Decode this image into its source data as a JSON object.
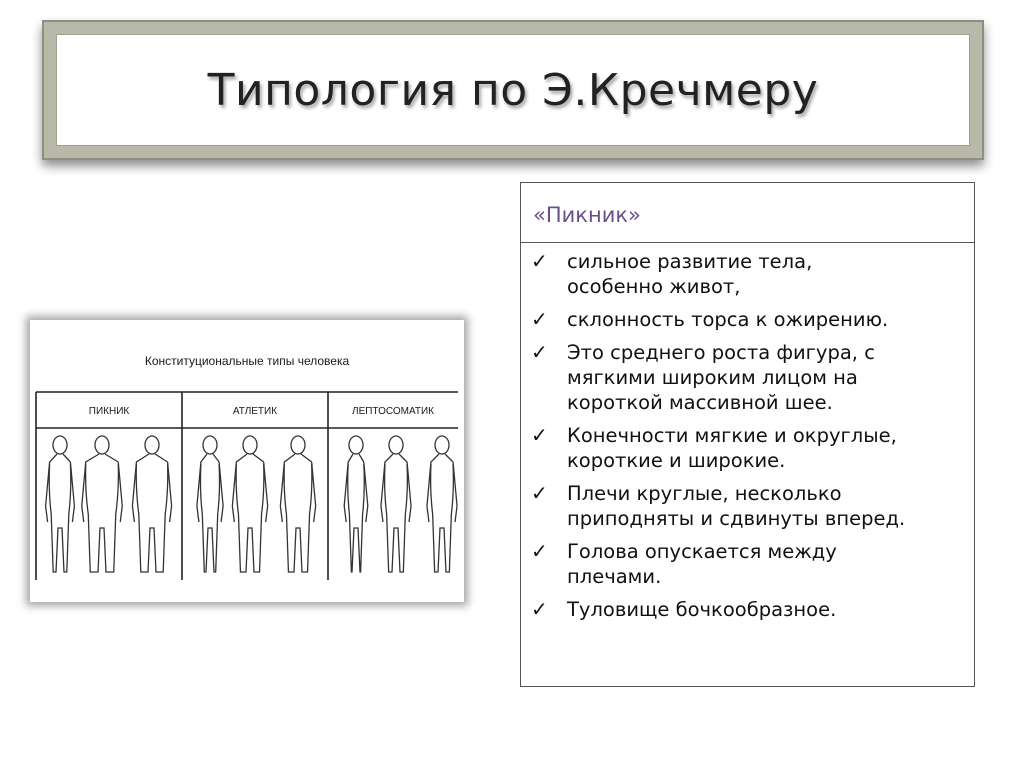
{
  "slide": {
    "title": "Типология по Э.Кречмеру"
  },
  "figure": {
    "caption": "Конституциональные типы человека",
    "columns": [
      "ПИКНИК",
      "АТЛЕТИК",
      "ЛЕПТОСОМАТИК"
    ]
  },
  "textbox": {
    "heading": "«Пикник»",
    "bullet_icon": "check-icon",
    "items": [
      "сильное развитие тела,\nособенно живот,",
      " склонность торса к ожирению.",
      "Это среднего роста фигура, с\nмягкими широким лицом на\nкороткой массивной шее.",
      " Конечности мягкие и округлые,\nкороткие и широкие.",
      "Плечи круглые, несколько\nприподняты и сдвинуты вперед.",
      " Голова опускается между\nплечами.",
      "Туловище бочкообразное."
    ]
  },
  "colors": {
    "frame": "#b9b9a9",
    "heading": "#6a4f8a",
    "text": "#111111"
  }
}
